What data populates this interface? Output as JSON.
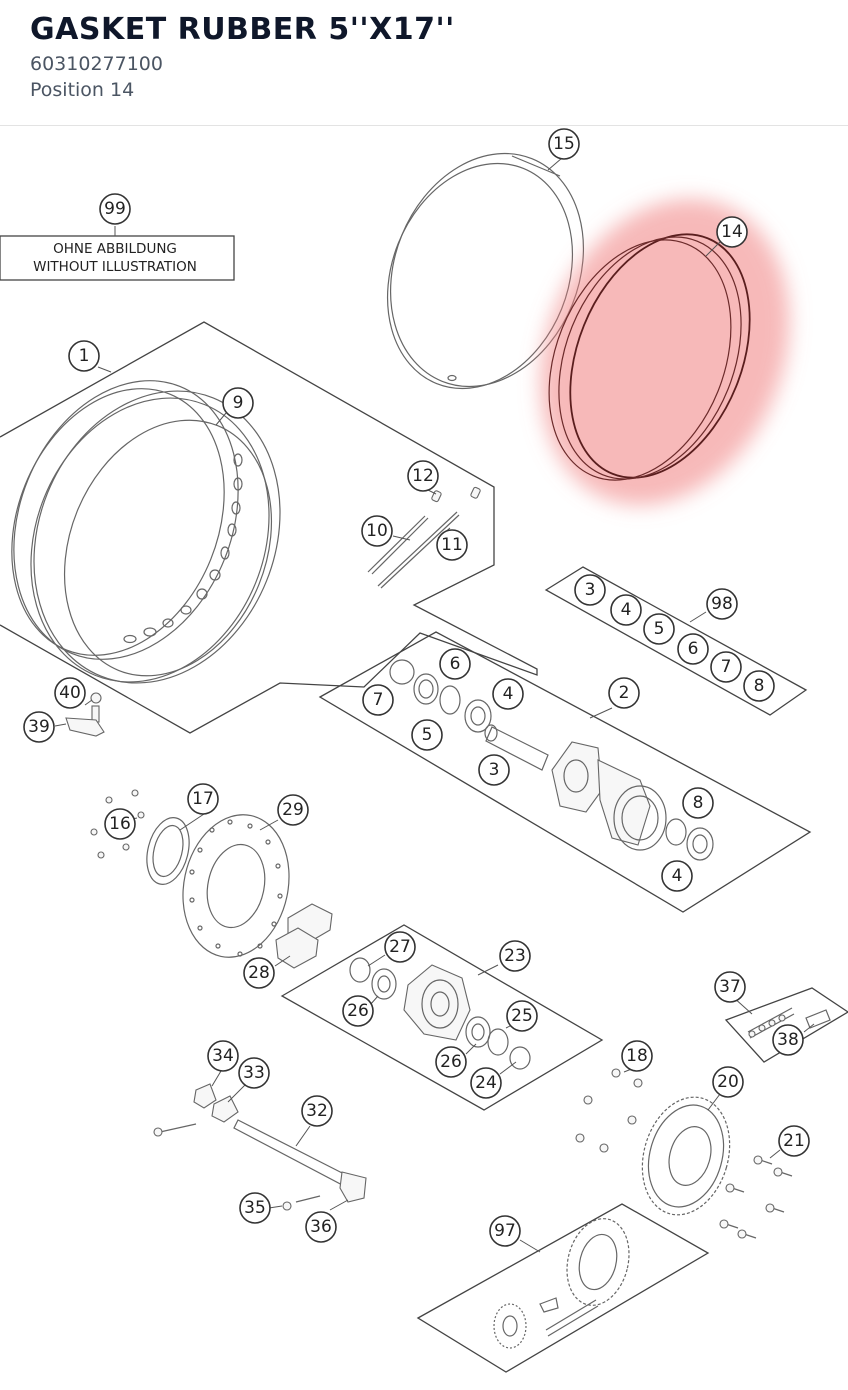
{
  "header": {
    "title": "GASKET RUBBER 5''X17''",
    "part_number": "60310277100",
    "position": "Position 14"
  },
  "highlight": {
    "position": "14",
    "color": "#f08080"
  },
  "note": {
    "number": "99",
    "line1": "OHNE ABBILDUNG",
    "line2": "WITHOUT ILLUSTRATION"
  },
  "callouts": {
    "c15": "15",
    "c14": "14",
    "c1": "1",
    "c9": "9",
    "c12": "12",
    "c10": "10",
    "c11": "11",
    "k3": "3",
    "k4": "4",
    "k5": "5",
    "k6": "6",
    "k7": "7",
    "k8": "8",
    "c98": "98",
    "c40": "40",
    "c39": "39",
    "h6": "6",
    "h7": "7",
    "h4a": "4",
    "h5": "5",
    "h3": "3",
    "c2": "2",
    "h8": "8",
    "h4b": "4",
    "c17": "17",
    "c16": "16",
    "c29": "29",
    "c28": "28",
    "c27": "27",
    "c23": "23",
    "c26a": "26",
    "c25": "25",
    "c26b": "26",
    "c24": "24",
    "c37": "37",
    "c38": "38",
    "c34": "34",
    "c33": "33",
    "c32": "32",
    "c35": "35",
    "c36": "36",
    "c18": "18",
    "c20": "20",
    "c21": "21",
    "c97": "97"
  }
}
